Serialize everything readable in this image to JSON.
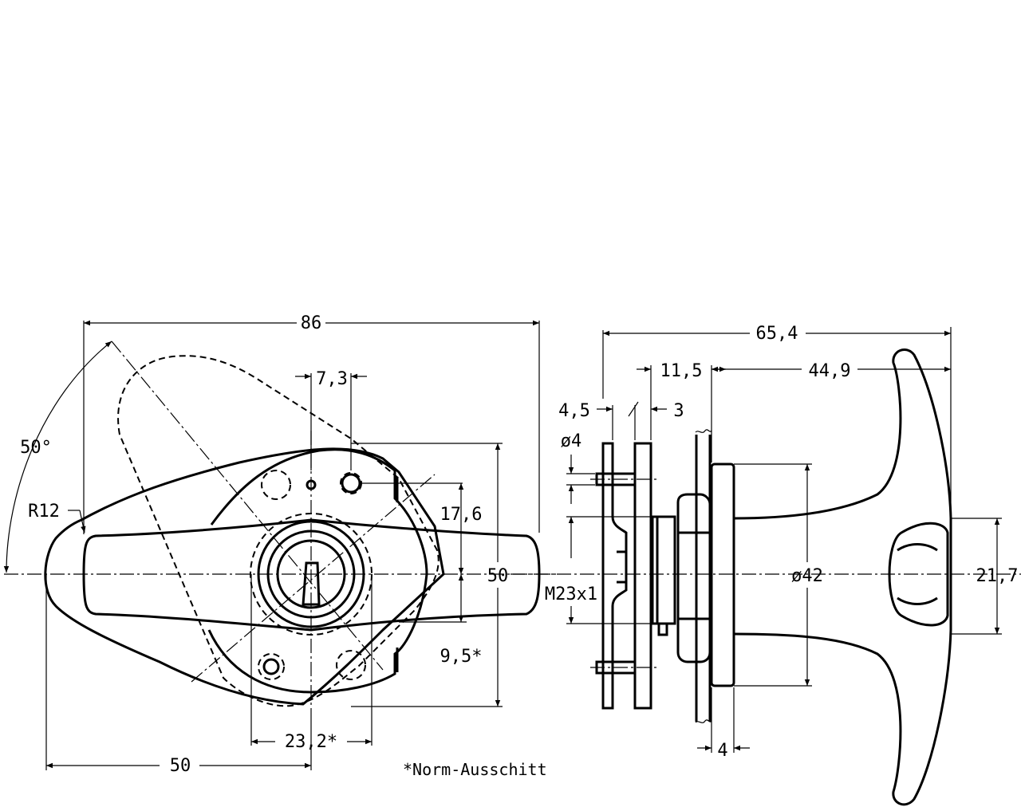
{
  "dimensions": {
    "overall_width": "86",
    "angle": "50°",
    "radius": "R12",
    "key_offset": "7,3",
    "upper_offset": "17,6",
    "height": "50",
    "lower_offset": "9,5*",
    "cutout_width": "23,2*",
    "center_distance": "50",
    "side_total": "65,4",
    "side_offset": "11,5",
    "handle_length": "44,9",
    "plate_thickness": "4,5",
    "bracket_thickness": "3",
    "hole_diameter": "ø4",
    "thread": "M23x1",
    "flange_diameter": "ø42",
    "handle_height": "21,7",
    "panel_thickness": "4"
  },
  "note": "*Norm-Ausschitt"
}
